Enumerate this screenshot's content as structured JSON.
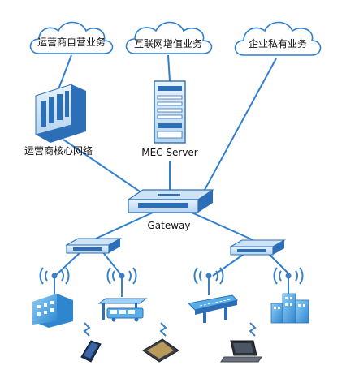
{
  "clouds": {
    "operator_service": "运营商自营业务",
    "internet_service": "互联网增值业务",
    "enterprise_service": "企业私有业务"
  },
  "nodes": {
    "core_network": "运营商核心网络",
    "mec_server": "MEC Server",
    "gateway": "Gateway"
  },
  "colors": {
    "line": "#2f7fd0",
    "cloud_stroke": "#2f7fd0",
    "device_body": "#cfe3f6",
    "device_dark": "#2d6fb6",
    "building": "#5aaee8",
    "signal": "#3b7fc4"
  },
  "icons": [
    "cloud-icon",
    "server-rack-icon",
    "mec-server-icon",
    "gateway-router-icon",
    "switch-icon",
    "signal-tower-icon",
    "office-building-icon",
    "bus-station-icon",
    "highway-icon",
    "city-buildings-icon",
    "phone-icon",
    "tablet-icon",
    "laptop-icon",
    "wireless-link-icon"
  ]
}
